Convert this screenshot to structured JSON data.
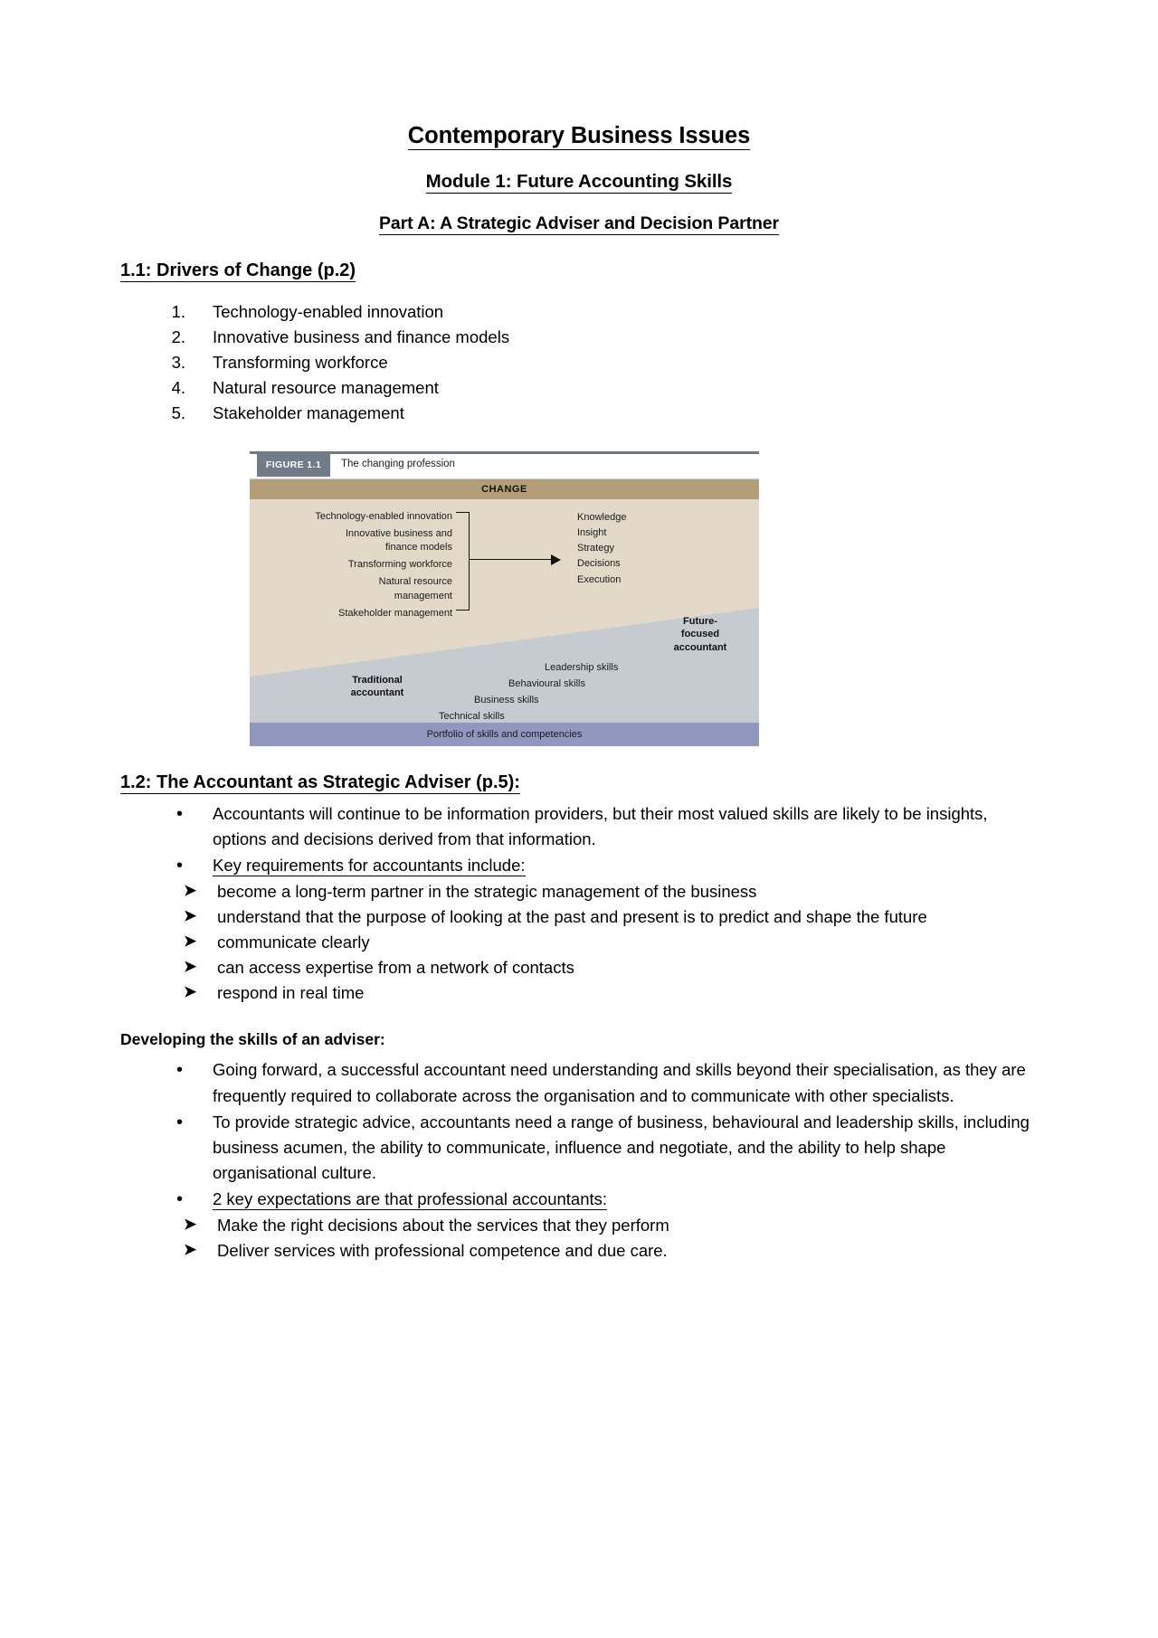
{
  "document": {
    "title": "Contemporary Business Issues",
    "subtitle": "Module 1: Future Accounting Skills",
    "subsubtitle": "Part A: A Strategic Adviser and Decision Partner"
  },
  "section_1_1": {
    "heading": "1.1: Drivers of Change (p.2)",
    "items": [
      {
        "num": "1.",
        "text": "Technology-enabled innovation"
      },
      {
        "num": "2.",
        "text": "Innovative business and finance models"
      },
      {
        "num": "3.",
        "text": "Transforming workforce"
      },
      {
        "num": "4.",
        "text": "Natural resource management"
      },
      {
        "num": "5.",
        "text": "Stakeholder management"
      }
    ]
  },
  "figure": {
    "tag": "FIGURE 1.1",
    "caption": "The changing profession",
    "change_bar": "CHANGE",
    "drivers": [
      "Technology-enabled innovation",
      "Innovative business and\nfinance models",
      "Transforming workforce",
      "Natural resource\nmanagement",
      "Stakeholder management"
    ],
    "outcomes": [
      "Knowledge",
      "Insight",
      "Strategy",
      "Decisions",
      "Execution"
    ],
    "future_label": "Future-\nfocused\naccountant",
    "traditional_label": "Traditional\naccountant",
    "skills": [
      "Leadership skills",
      "Behavioural skills",
      "Business skills",
      "Technical skills"
    ],
    "portfolio_bar": "Portfolio of skills and competencies",
    "colors": {
      "tag_bg": "#717c88",
      "top_rule": "#6f7a85",
      "change_bar": "#b39e78",
      "upper_area": "#e2d9c8",
      "lower_area": "#c5cbd1",
      "portfolio_bar": "#9197be"
    }
  },
  "section_1_2": {
    "heading": "1.2: The Accountant as Strategic Adviser (p.5):",
    "bullet_1": "Accountants will continue to be information providers, but their most valued skills are likely to be insights, options and decisions derived from that information.",
    "bullet_2_underlined": "Key requirements for accountants include:",
    "requirements": [
      "become a long-term partner in the strategic management of the business",
      "understand that the purpose of looking at the past and present is to predict and shape the future",
      "communicate clearly",
      "can access expertise from a network of contacts",
      "respond in real time"
    ]
  },
  "developing": {
    "heading": "Developing the skills of an adviser:",
    "bullet_1": "Going forward, a successful accountant need understanding and skills beyond their specialisation, as they are frequently required to collaborate across the organisation and to communicate with other specialists.",
    "bullet_2": "To provide strategic advice, accountants need a range of business, behavioural and leadership skills, including business acumen, the ability to communicate, influence and negotiate, and the ability to help shape organisational culture.",
    "bullet_3_underlined": "2 key expectations are that professional accountants:",
    "expectations": [
      "Make the right decisions about the services that they perform",
      "Deliver services with professional competence and due care."
    ]
  },
  "glyphs": {
    "bullet_dot": "•",
    "arrow": "➤"
  }
}
